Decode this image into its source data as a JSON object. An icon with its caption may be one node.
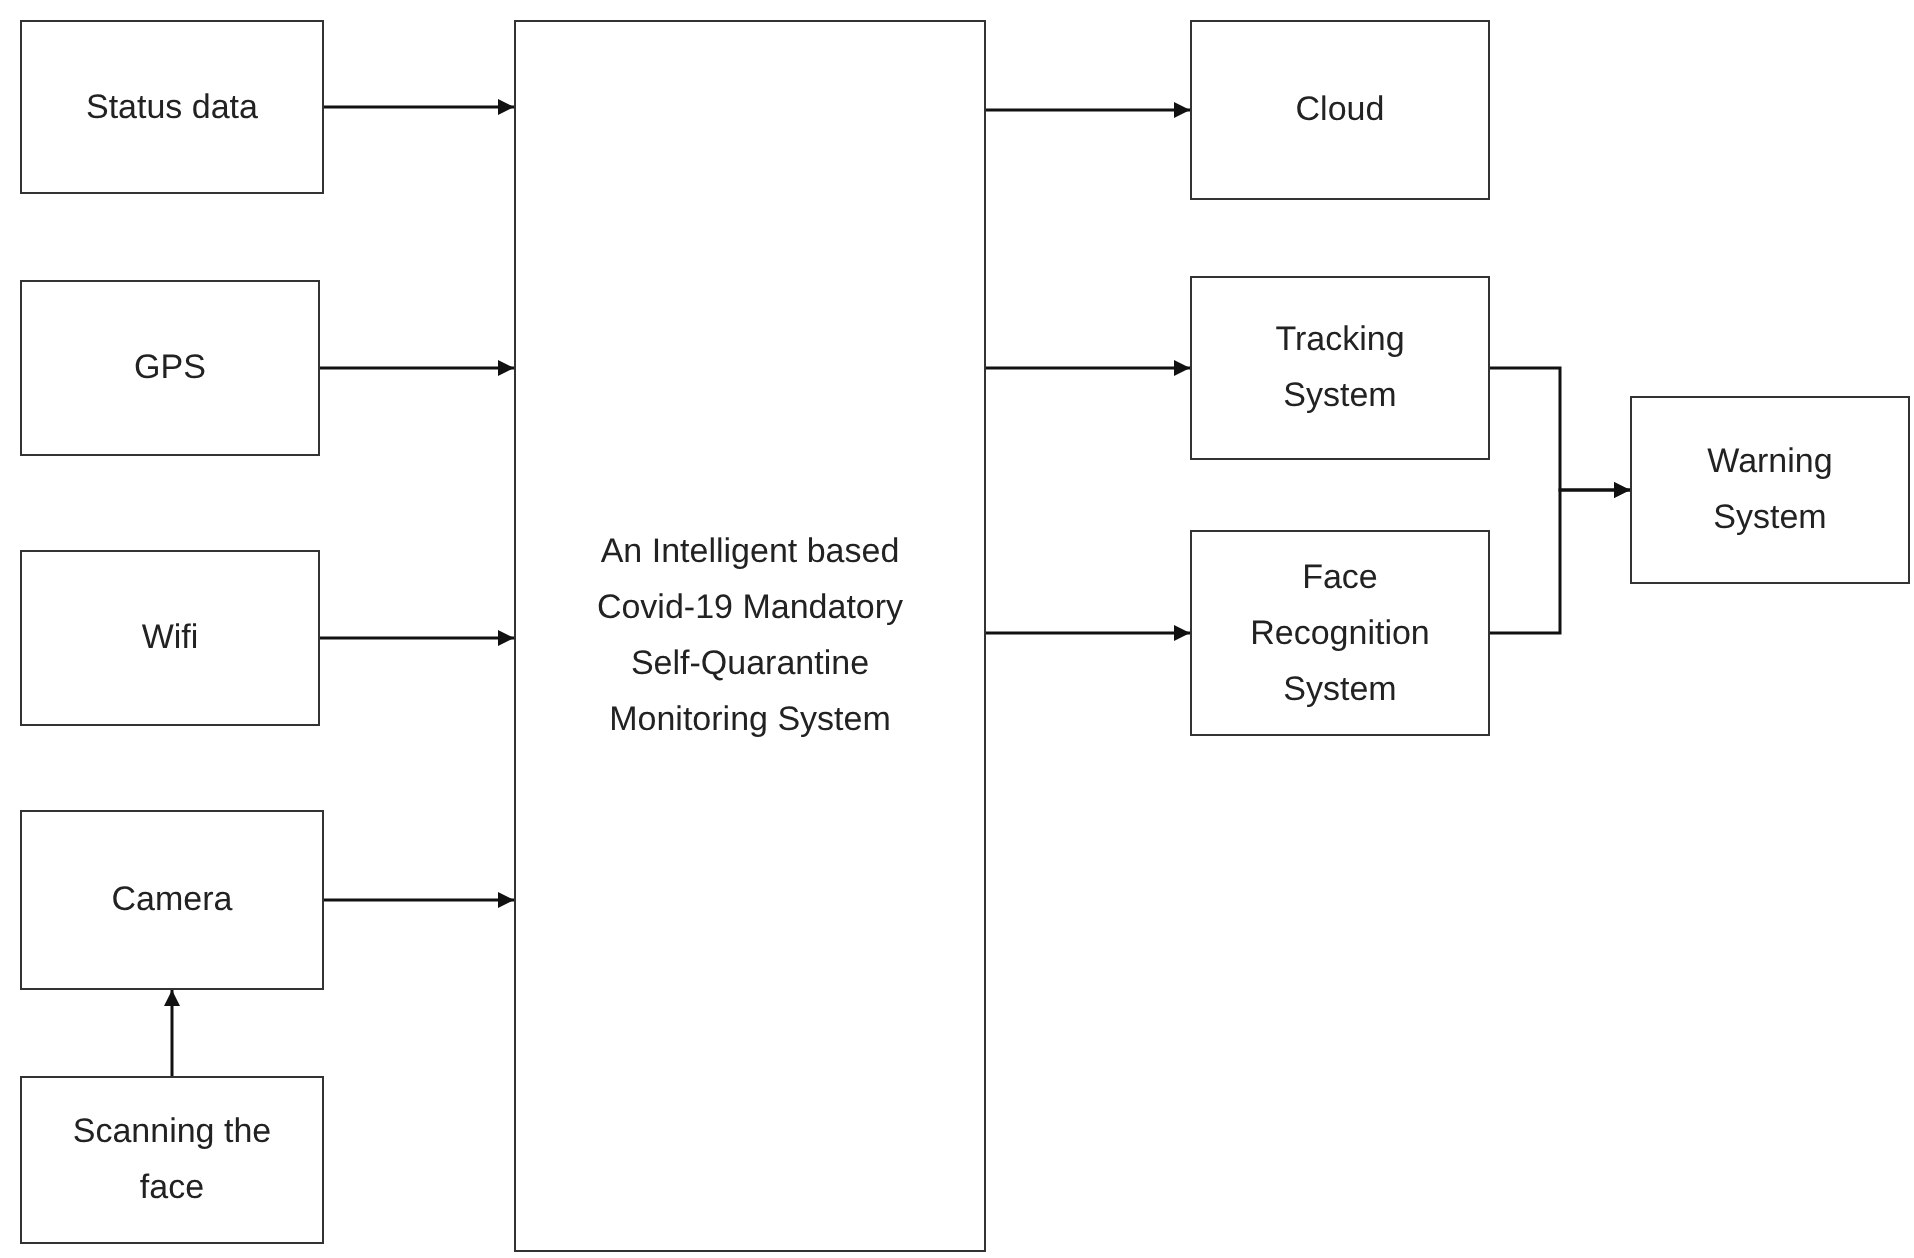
{
  "diagram": {
    "nodes": [
      {
        "text": [
          "Status data"
        ]
      },
      {
        "text": [
          "GPS"
        ]
      },
      {
        "text": [
          "Wifi"
        ]
      },
      {
        "text": [
          "Camera"
        ]
      },
      {
        "text": [
          "Scanning the face"
        ]
      },
      {
        "text": [
          "An Intelligent based Covid-19 Mandatory Self-Quarantine Monitoring System"
        ]
      },
      {
        "text": [
          "Cloud"
        ]
      },
      {
        "text": [
          "Tracking System"
        ]
      },
      {
        "text": [
          "Face Recognition System"
        ]
      },
      {
        "text": [
          "Warning System"
        ]
      }
    ],
    "edges": [
      {
        "from": 0,
        "to": 5,
        "arrow": "to"
      },
      {
        "from": 1,
        "to": 5,
        "arrow": "to"
      },
      {
        "from": 2,
        "to": 5,
        "arrow": "to"
      },
      {
        "from": 3,
        "to": 5,
        "arrow": "to"
      },
      {
        "from": 4,
        "to": 3,
        "arrow": "to"
      },
      {
        "from": 5,
        "to": 6,
        "arrow": "to"
      },
      {
        "from": 5,
        "to": 7,
        "arrow": "to"
      },
      {
        "from": 5,
        "to": 8,
        "arrow": "to"
      },
      {
        "from": 7,
        "to": 9,
        "arrow": "to"
      },
      {
        "from": 8,
        "to": 9,
        "arrow": "to"
      }
    ]
  }
}
